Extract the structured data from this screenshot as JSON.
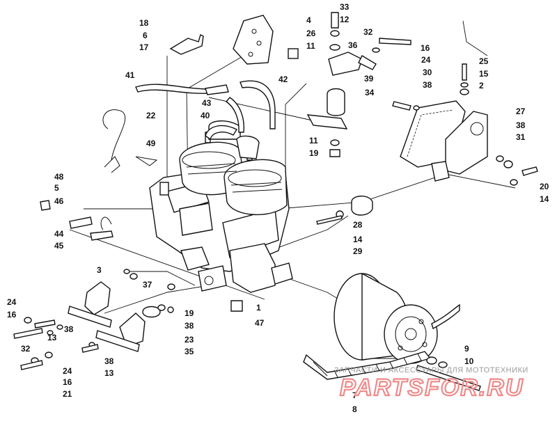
{
  "diagram": {
    "callouts": [
      "18",
      "6",
      "17",
      "4",
      "26",
      "33",
      "12",
      "32",
      "16",
      "11",
      "36",
      "24",
      "25",
      "15",
      "2",
      "41",
      "42",
      "43",
      "39",
      "34",
      "30",
      "38",
      "40",
      "22",
      "27",
      "49",
      "11",
      "19",
      "38",
      "31",
      "48",
      "5",
      "46",
      "20",
      "14",
      "28",
      "44",
      "45",
      "14",
      "29",
      "3",
      "37",
      "24",
      "16",
      "13",
      "38",
      "19",
      "38",
      "23",
      "32",
      "35",
      "1",
      "47",
      "9",
      "10",
      "24",
      "38",
      "13",
      "16",
      "21",
      "7",
      "8"
    ]
  },
  "watermark": {
    "caption": "ЗАПЧАСТИ И АКСЕССУАРЫ ДЛЯ МОТОТЕХНИКИ",
    "brand": "PARTSFOR.RU"
  }
}
